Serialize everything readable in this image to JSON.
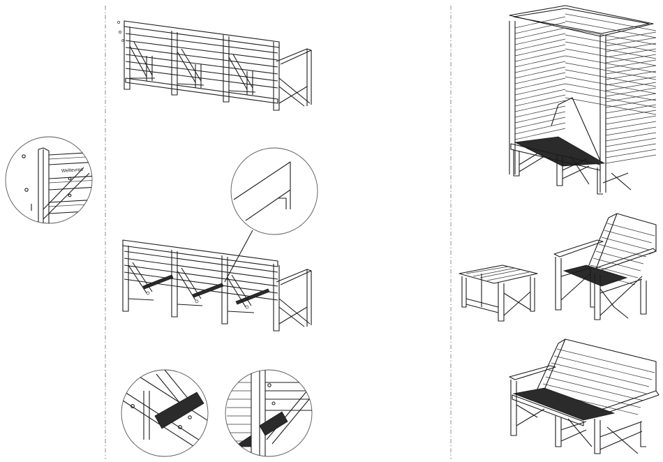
{
  "diagram": {
    "style": "assembly-instructions line drawing",
    "panels": [
      {
        "id": "left",
        "contents": [
          "detail-circle-bracket"
        ]
      },
      {
        "id": "center",
        "contents": [
          "bench-row-upper",
          "bench-row-lower",
          "detail-circle-notch",
          "detail-circle-brace-a",
          "detail-circle-brace-b"
        ]
      },
      {
        "id": "right",
        "contents": [
          "privacy-booth",
          "side-table",
          "lounge-chair",
          "two-seat-bench"
        ]
      }
    ],
    "brand_mark_text": "Weltevree",
    "colors": {
      "ink": "#1a1a1a",
      "fill": "#2b2b2b",
      "divider": "#8a8a8a",
      "background": "#ffffff"
    }
  }
}
